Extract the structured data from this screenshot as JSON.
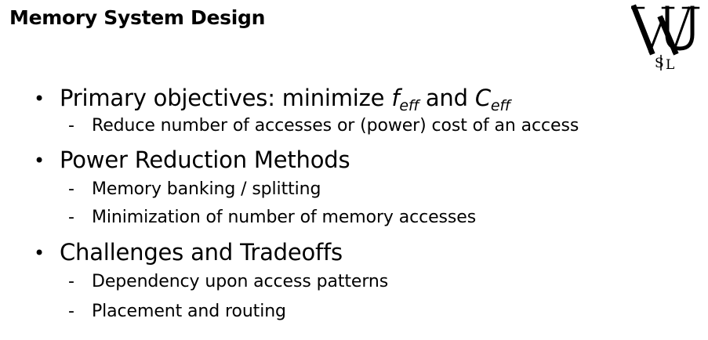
{
  "slide": {
    "title": "Memory System Design",
    "logo": {
      "icon": "wustl-monogram-logo",
      "lettering": "WU STL"
    }
  },
  "bullets": [
    {
      "text_before": "Primary objectives: minimize ",
      "sym1": "f",
      "sym1_sub": "eff",
      "text_mid": " and ",
      "sym2": "C",
      "sym2_sub": "eff",
      "subs": [
        "Reduce number of accesses or (power) cost of an access"
      ]
    },
    {
      "text": "Power Reduction Methods",
      "subs": [
        "Memory banking / splitting",
        "Minimization of number of memory accesses"
      ]
    },
    {
      "text": "Challenges and Tradeoffs",
      "subs": [
        "Dependency upon access patterns",
        "Placement and routing"
      ]
    }
  ],
  "markers": {
    "bullet": "•",
    "dash": "-"
  }
}
